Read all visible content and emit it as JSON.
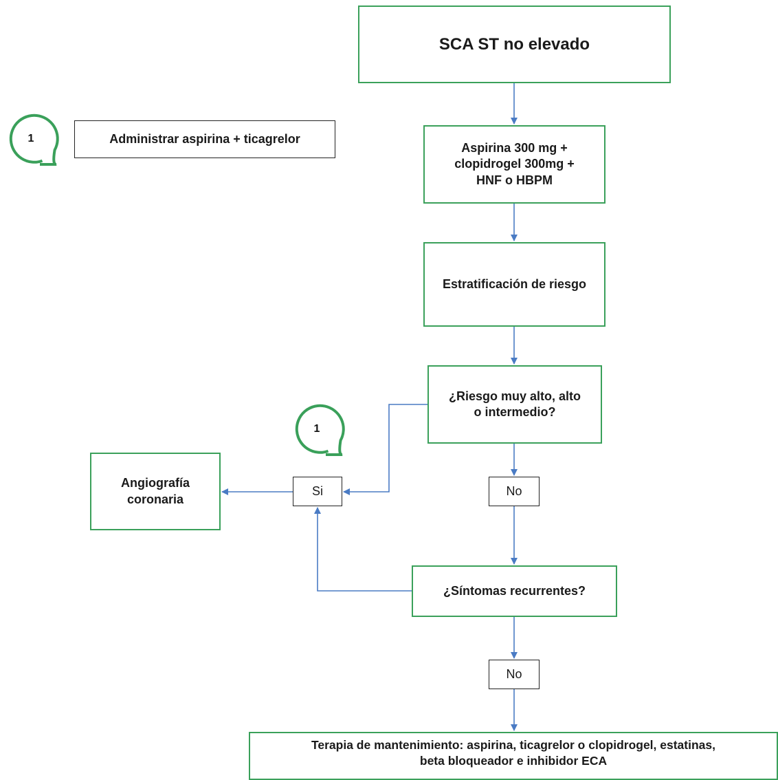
{
  "nodes": {
    "title": "SCA ST  no elevado",
    "dose": "Aspirina 300 mg +\nclopidrogel 300mg +\nHNF o HBPM",
    "stratification": "Estratificación de riesgo",
    "risk_question": "¿Riesgo muy alto, alto\no intermedio?",
    "angiography": "Angiografía\ncoronaria",
    "symptoms_question": "¿Síntomas recurrentes?",
    "maintenance": "Terapia de mantenimiento: aspirina, ticagrelor o clopidrogel, estatinas,\nbeta bloqueador e inhibidor ECA"
  },
  "labels": {
    "yes": "Si",
    "no_first": "No",
    "no_second": "No"
  },
  "annotation": {
    "badge_number": "1",
    "note_text": "Administrar aspirina + ticagrelor"
  },
  "colors": {
    "node_border": "#3aa05a",
    "arrow": "#4a7bc4",
    "badge": "#3aa05a",
    "label_border": "#222222"
  }
}
